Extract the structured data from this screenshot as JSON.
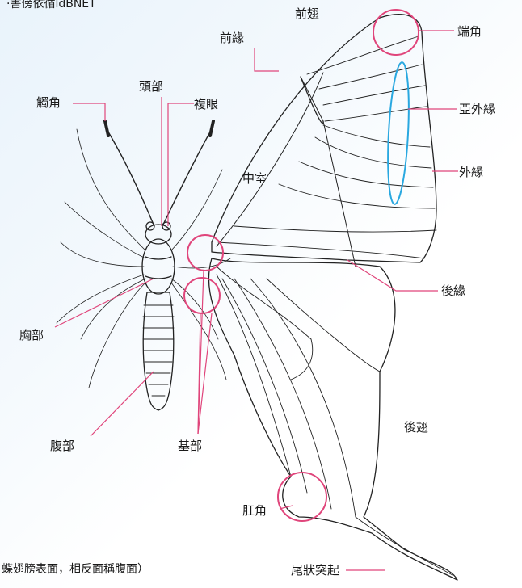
{
  "header_fragment": "·書傍依循ldBNET",
  "footer_fragment": "蝶翅膀表面，相反面稱腹面）",
  "labels": {
    "forewing": "前翅",
    "costa": "前緣",
    "apex": "端角",
    "head": "頭部",
    "compound_eye": "複眼",
    "antenna": "觸角",
    "submarginal": "亞外緣",
    "outer_margin": "外緣",
    "discal_cell": "中室",
    "inner_margin": "後緣",
    "thorax": "胸部",
    "hindwing": "後翅",
    "abdomen": "腹部",
    "base": "基部",
    "tornus": "肛角",
    "tail": "尾狀突起"
  },
  "colors": {
    "leader_lines": "#e0457b",
    "highlight_circles": "#e0457b",
    "submarginal_oval": "#29a8e0",
    "drawing": "#222222"
  }
}
